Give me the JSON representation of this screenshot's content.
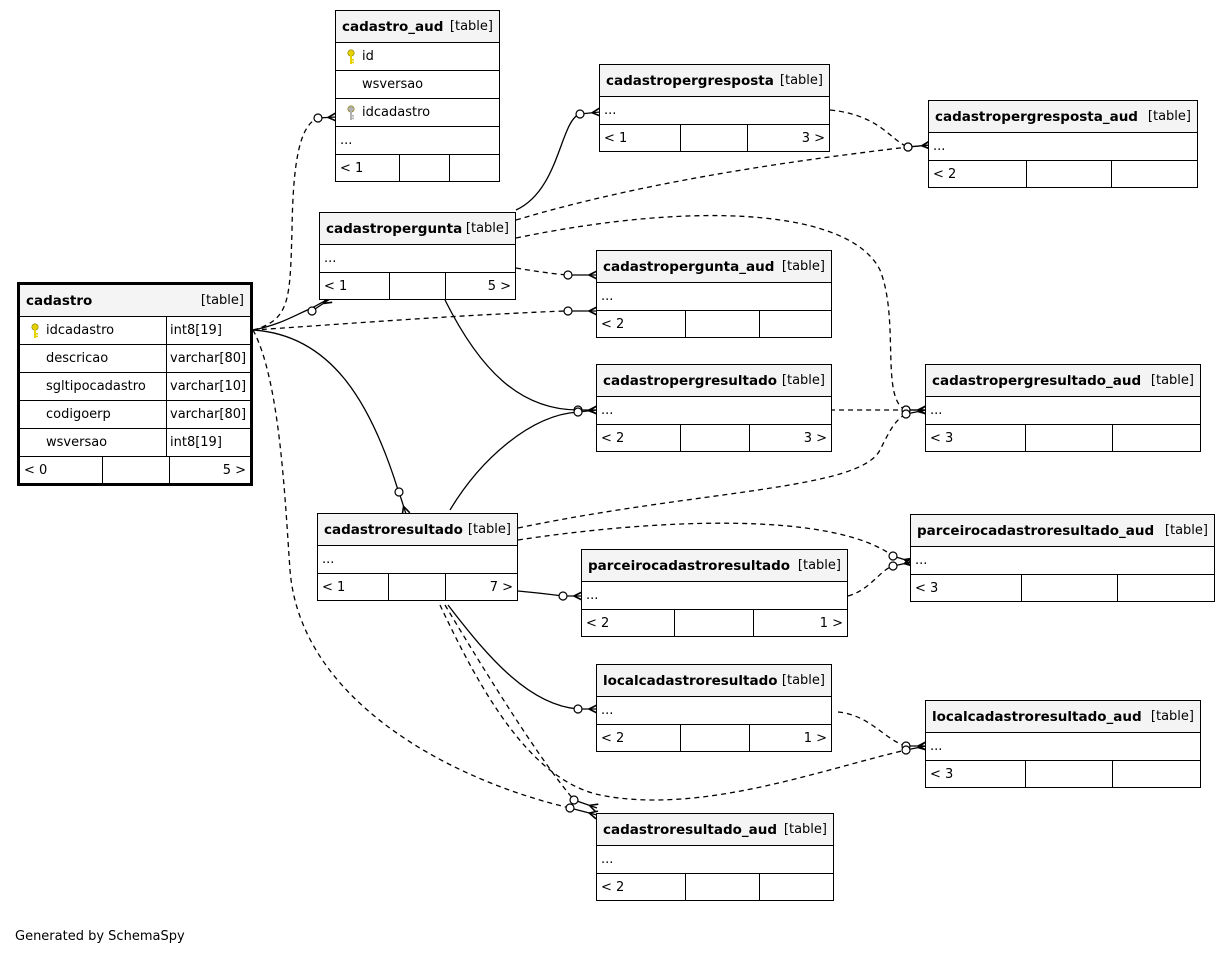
{
  "tables": [
    {
      "id": "cadastro",
      "name": "cadastro",
      "kind": "[table]",
      "main": true,
      "columns": [
        {
          "name": "idcadastro",
          "type": "int8[19]",
          "key": "primary"
        },
        {
          "name": "descricao",
          "type": "varchar[80]"
        },
        {
          "name": "sgltipocadastro",
          "type": "varchar[10]"
        },
        {
          "name": "codigoerp",
          "type": "varchar[80]"
        },
        {
          "name": "wsversao",
          "type": "int8[19]"
        }
      ],
      "footer": [
        "< 0",
        "",
        "5 >"
      ]
    },
    {
      "id": "cadastro_aud",
      "name": "cadastro_aud",
      "kind": "[table]",
      "columns": [
        {
          "name": "id",
          "key": "primary"
        },
        {
          "name": "wsversao"
        },
        {
          "name": "idcadastro",
          "key": "foreign"
        }
      ],
      "more": "...",
      "footer": [
        "< 1",
        "",
        ""
      ]
    },
    {
      "id": "cadastropergunta",
      "name": "cadastropergunta",
      "kind": "[table]",
      "more": "...",
      "footer": [
        "< 1",
        "",
        "5 >"
      ]
    },
    {
      "id": "cadastropergresposta",
      "name": "cadastropergresposta",
      "kind": "[table]",
      "more": "...",
      "footer": [
        "< 1",
        "",
        "3 >"
      ]
    },
    {
      "id": "cadastropergresposta_aud",
      "name": "cadastropergresposta_aud",
      "kind": "[table]",
      "more": "...",
      "footer": [
        "< 2",
        "",
        ""
      ]
    },
    {
      "id": "cadastropergunta_aud",
      "name": "cadastropergunta_aud",
      "kind": "[table]",
      "more": "...",
      "footer": [
        "< 2",
        "",
        ""
      ]
    },
    {
      "id": "cadastropergresultado",
      "name": "cadastropergresultado",
      "kind": "[table]",
      "more": "...",
      "footer": [
        "< 2",
        "",
        "3 >"
      ]
    },
    {
      "id": "cadastropergresultado_aud",
      "name": "cadastropergresultado_aud",
      "kind": "[table]",
      "more": "...",
      "footer": [
        "< 3",
        "",
        ""
      ]
    },
    {
      "id": "cadastroresultado",
      "name": "cadastroresultado",
      "kind": "[table]",
      "more": "...",
      "footer": [
        "< 1",
        "",
        "7 >"
      ]
    },
    {
      "id": "parceirocadastroresultado_aud",
      "name": "parceirocadastroresultado_aud",
      "kind": "[table]",
      "more": "...",
      "footer": [
        "< 3",
        "",
        ""
      ]
    },
    {
      "id": "parceirocadastroresultado",
      "name": "parceirocadastroresultado",
      "kind": "[table]",
      "more": "...",
      "footer": [
        "< 2",
        "",
        "1 >"
      ]
    },
    {
      "id": "localcadastroresultado",
      "name": "localcadastroresultado",
      "kind": "[table]",
      "more": "...",
      "footer": [
        "< 2",
        "",
        "1 >"
      ]
    },
    {
      "id": "localcadastroresultado_aud",
      "name": "localcadastroresultado_aud",
      "kind": "[table]",
      "more": "...",
      "footer": [
        "< 3",
        "",
        ""
      ]
    },
    {
      "id": "cadastroresultado_aud",
      "name": "cadastroresultado_aud",
      "kind": "[table]",
      "more": "...",
      "footer": [
        "< 2",
        "",
        ""
      ]
    }
  ],
  "relations": [
    {
      "from": "cadastro",
      "to": "cadastro_aud",
      "style": "dashed"
    },
    {
      "from": "cadastro",
      "to": "cadastropergunta",
      "style": "solid"
    },
    {
      "from": "cadastro",
      "to": "cadastropergunta_aud",
      "style": "dashed"
    },
    {
      "from": "cadastro",
      "to": "cadastroresultado",
      "style": "solid"
    },
    {
      "from": "cadastro",
      "to": "cadastroresultado_aud",
      "style": "dashed"
    },
    {
      "from": "cadastropergunta",
      "to": "cadastropergresposta",
      "style": "solid"
    },
    {
      "from": "cadastropergunta",
      "to": "cadastropergresposta_aud",
      "style": "dashed"
    },
    {
      "from": "cadastropergunta",
      "to": "cadastropergunta_aud",
      "style": "dashed"
    },
    {
      "from": "cadastropergunta",
      "to": "cadastropergresultado",
      "style": "solid"
    },
    {
      "from": "cadastropergunta",
      "to": "cadastropergresultado_aud",
      "style": "dashed"
    },
    {
      "from": "cadastropergresposta",
      "to": "cadastropergresposta_aud",
      "style": "dashed"
    },
    {
      "from": "cadastropergresultado",
      "to": "cadastropergresultado_aud",
      "style": "dashed"
    },
    {
      "from": "cadastroresultado",
      "to": "cadastropergresultado",
      "style": "solid"
    },
    {
      "from": "cadastroresultado",
      "to": "cadastropergresultado_aud",
      "style": "dashed"
    },
    {
      "from": "cadastroresultado",
      "to": "parceirocadastroresultado_aud",
      "style": "dashed"
    },
    {
      "from": "cadastroresultado",
      "to": "parceirocadastroresultado",
      "style": "solid"
    },
    {
      "from": "parceirocadastroresultado",
      "to": "parceirocadastroresultado_aud",
      "style": "dashed"
    },
    {
      "from": "cadastroresultado",
      "to": "localcadastroresultado",
      "style": "solid"
    },
    {
      "from": "localcadastroresultado",
      "to": "localcadastroresultado_aud",
      "style": "dashed"
    },
    {
      "from": "cadastroresultado",
      "to": "localcadastroresultado_aud",
      "style": "dashed"
    },
    {
      "from": "cadastroresultado",
      "to": "cadastroresultado_aud",
      "style": "dashed"
    }
  ],
  "footer_text": "Generated by SchemaSpy"
}
